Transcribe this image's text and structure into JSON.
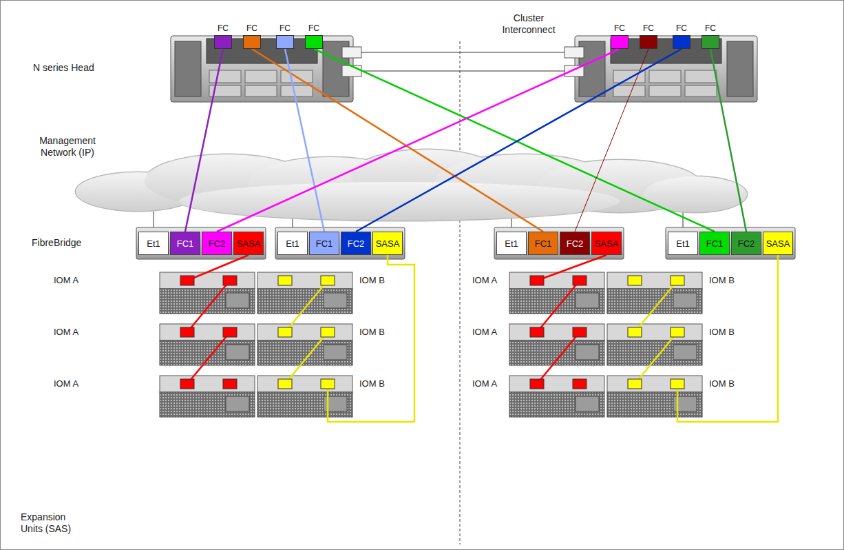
{
  "diagram": {
    "nodes": [
      {
        "text": [
          "FC"
        ]
      },
      {
        "text": [
          "FC"
        ]
      },
      {
        "text": [
          "FC"
        ]
      },
      {
        "text": [
          "FC"
        ]
      },
      {
        "text": [
          "FC"
        ]
      },
      {
        "text": [
          "FC"
        ]
      },
      {
        "text": [
          "FC"
        ]
      },
      {
        "text": [
          "FC"
        ]
      },
      {
        "text": [
          "Et1"
        ]
      },
      {
        "text": [
          "FC1"
        ]
      },
      {
        "text": [
          "FC2"
        ]
      },
      {
        "text": [
          "SASA"
        ]
      },
      {
        "text": [
          "Et1"
        ]
      },
      {
        "text": [
          "FC1"
        ]
      },
      {
        "text": [
          "FC2"
        ]
      },
      {
        "text": [
          "SASA"
        ]
      },
      {
        "text": [
          "Et1"
        ]
      },
      {
        "text": [
          "FC1"
        ]
      },
      {
        "text": [
          "FC2"
        ]
      },
      {
        "text": [
          "SASA"
        ]
      },
      {
        "text": [
          "Et1"
        ]
      },
      {
        "text": [
          "FC1"
        ]
      },
      {
        "text": [
          "FC2"
        ]
      },
      {
        "text": [
          "SASA"
        ]
      }
    ],
    "edges": [
      {
        "from": 0,
        "to": 9,
        "arrow": "none"
      },
      {
        "from": 1,
        "to": 17,
        "arrow": "none"
      },
      {
        "from": 2,
        "to": 13,
        "arrow": "none"
      },
      {
        "from": 3,
        "to": 21,
        "arrow": "none"
      },
      {
        "from": 4,
        "to": 10,
        "arrow": "none"
      },
      {
        "from": 5,
        "to": 18,
        "arrow": "none"
      },
      {
        "from": 6,
        "to": 14,
        "arrow": "none"
      },
      {
        "from": 7,
        "to": 22,
        "arrow": "none"
      }
    ],
    "labels": [
      "Cluster Interconnect",
      "N series Head",
      "Management Network (IP)",
      "FibreBridge",
      "IOM A",
      "IOM B",
      "IOM A",
      "IOM B",
      "IOM A",
      "IOM B",
      "IOM A",
      "IOM B",
      "IOM A",
      "IOM B",
      "IOM A",
      "IOM B",
      "Expansion Units (SAS)"
    ]
  }
}
